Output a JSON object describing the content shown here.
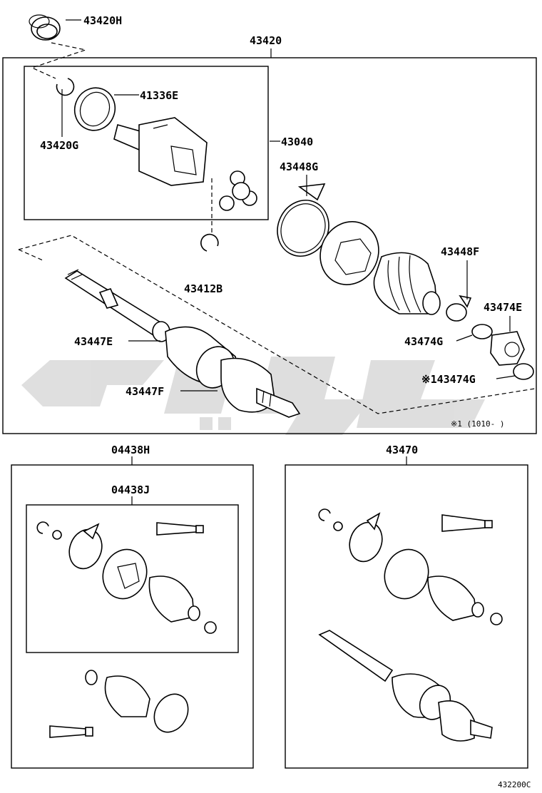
{
  "diagram": {
    "figure_code": "432200C",
    "watermark_text": "سيندي",
    "watermark_color": "#d9d9d9",
    "note": "※1 (1010-      )",
    "labels": {
      "p43420H": "43420H",
      "p43420": "43420",
      "p41336E": "41336E",
      "p43420G": "43420G",
      "p43040": "43040",
      "p43448G": "43448G",
      "p43412B": "43412B",
      "p43448F": "43448F",
      "p43474E": "43474E",
      "p43447E": "43447E",
      "p43474G": "43474G",
      "p43474G_note": "※143474G",
      "p43447F": "43447F",
      "p04438H": "04438H",
      "p04438J": "04438J",
      "p43470": "43470"
    }
  }
}
